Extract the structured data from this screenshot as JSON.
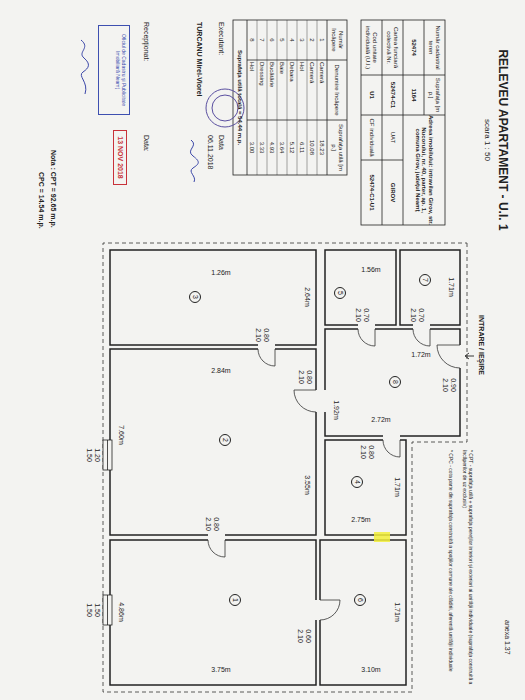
{
  "diagram": {
    "title": "RELEVEU APARTAMENT - U.I. 1",
    "nodes": [
      {
        "text": [
          "1"
        ]
      },
      {
        "text": [
          "2"
        ]
      },
      {
        "text": [
          "3"
        ]
      },
      {
        "text": [
          "4"
        ]
      },
      {
        "text": [
          "5"
        ]
      },
      {
        "text": [
          "6"
        ]
      },
      {
        "text": [
          "7"
        ]
      },
      {
        "text": [
          "8"
        ]
      },
      {
        "text": [
          "Oficiul de Cadastru şi Publicitate Imobiliară Neamţ"
        ]
      },
      {
        "text": [
          "13 NOV 2018"
        ]
      }
    ],
    "labels": [
      "scara 1 : 50",
      "anexa 1.37",
      "Număr cadastral teren",
      "Suprafaţa [m p.]",
      "52474",
      "1164",
      "Adresa imobilului: intravilan Girov, str. Nucorului, nr. 40, parter, ap. 1, comuna Girov, judeţul Neamţ",
      "Cartea funciară colectivă Nr.",
      "52474-C1",
      "UAT",
      "GIROV",
      "Cod unitate individuală (U.I.)",
      "U1",
      "CF individuală",
      "52474-C1-U1",
      "Număr încăpere",
      "Denumire încăpere",
      "Suprafaţa utilă [m p.]",
      "1",
      "Cameră",
      "18.23",
      "2",
      "Cameră",
      "10.08",
      "3",
      "Hol",
      "6.11",
      "4",
      "Debara",
      "5.12",
      "5",
      "Baie",
      "3.64",
      "6",
      "Bucătărie",
      "4.93",
      "7",
      "Dressing",
      "3.33",
      "8",
      "Hol",
      "3.00",
      "Suprafaţa utilă totală = 54.44 m.p.",
      "Executant:",
      "TURCANU Mirel-Viorel",
      "Data",
      "06.11.2018",
      "Recepţionat:",
      "Data:",
      "Nota : CPT = 92.65 m.p.",
      "CPC = 14.54 m.p.",
      "* CPT - suprafaţa utilă + suprafaţa pereţilor interiori şi exteriori ai unităţii individuale (suprafaţa construită a încăperilor de uz exclusiv)",
      "* CPC - cota parte din suprafaţa construită a spaţiilor comune ale clădirii, aferentă unităţii individuale",
      "INTRARE / IEŞIRE",
      "1.92m",
      "2.64m",
      "1.26m",
      "3.55m",
      "1.72m",
      "2.84m",
      "1.71m",
      "2.72m",
      "1.71m",
      "2.75m",
      "7.60m",
      "3.75m",
      "3.10m",
      "1.71m",
      "4.86m",
      "1.56m",
      "0.90 2.10",
      "0.70 2.10",
      "0.70 2.10",
      "0.80 2.10",
      "0.80 2.10",
      "0.80 2.10",
      "0.80 2.10",
      "0.60 2.10",
      "1.20 1.50",
      "1.50 1.50"
    ]
  }
}
